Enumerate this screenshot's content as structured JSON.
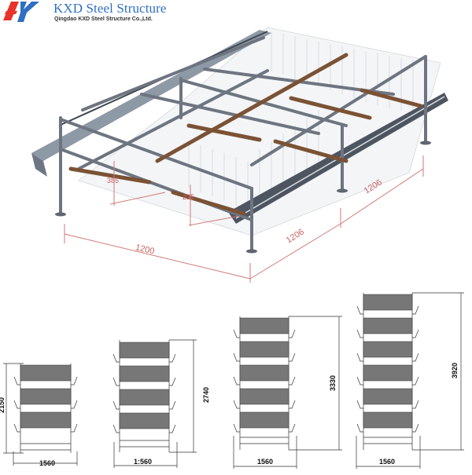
{
  "brand": {
    "title": "KXD Steel Structure",
    "subtitle": "Qingdao KXD Steel Structure Co.,Ltd.",
    "colors": {
      "red": "#e8332a",
      "blue": "#2f6fc4"
    }
  },
  "isometric_view": {
    "description": "Layer chicken cage frame, isometric view",
    "dimensions": {
      "length_left": "1200",
      "length_mid": "1206",
      "length_right": "1206",
      "small_left": "385",
      "small_right": "235"
    },
    "dimension_color": "#c9605f"
  },
  "elevations": [
    {
      "tiers": 3,
      "width": "1560",
      "height": "2150"
    },
    {
      "tiers": 4,
      "width": "1:560",
      "height": "2740"
    },
    {
      "tiers": 5,
      "width": "1560",
      "height": "3330"
    },
    {
      "tiers": 6,
      "width": "1560",
      "height": "3920"
    }
  ]
}
